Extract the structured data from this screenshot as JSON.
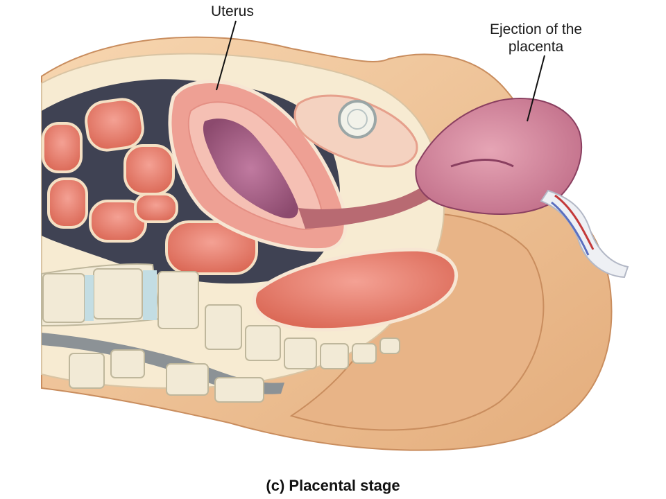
{
  "labels": {
    "uterus": "Uterus",
    "ejection_line1": "Ejection of the",
    "ejection_line2": "placenta"
  },
  "caption": "(c) Placental stage",
  "colors": {
    "skin": "#f3cba0",
    "skin_shadow": "#d9a070",
    "cavity_dark": "#3f4253",
    "cream": "#f7ebd2",
    "intestine": "#e0776a",
    "intestine_light": "#f19a8c",
    "uterus_wall": "#eea094",
    "uterus_inner": "#b0608a",
    "placenta": "#d98aa0",
    "vessel_red": "#c43a3a",
    "vessel_blue": "#5a6fc0",
    "bone": "#f2ead6",
    "disc": "#c3dde3",
    "spine_grey": "#8c9296"
  }
}
